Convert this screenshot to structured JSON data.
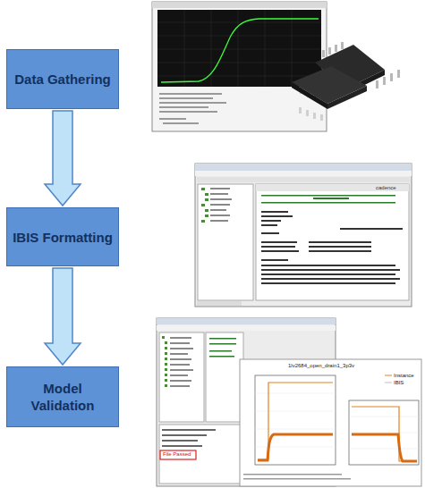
{
  "diagram": {
    "nodes": [
      {
        "text": [
          "Data Gathering"
        ]
      },
      {
        "text": [
          "IBIS Formatting"
        ]
      },
      {
        "text": [
          "Model Validation"
        ]
      }
    ],
    "edges": [
      {
        "from": 0,
        "to": 1,
        "arrow": "to"
      },
      {
        "from": 1,
        "to": 2,
        "arrow": "to"
      }
    ],
    "labels": [
      "cadence",
      "File Passed",
      "Instance",
      "IBIS",
      "1lv2684_open_drain1_3p3v"
    ]
  }
}
